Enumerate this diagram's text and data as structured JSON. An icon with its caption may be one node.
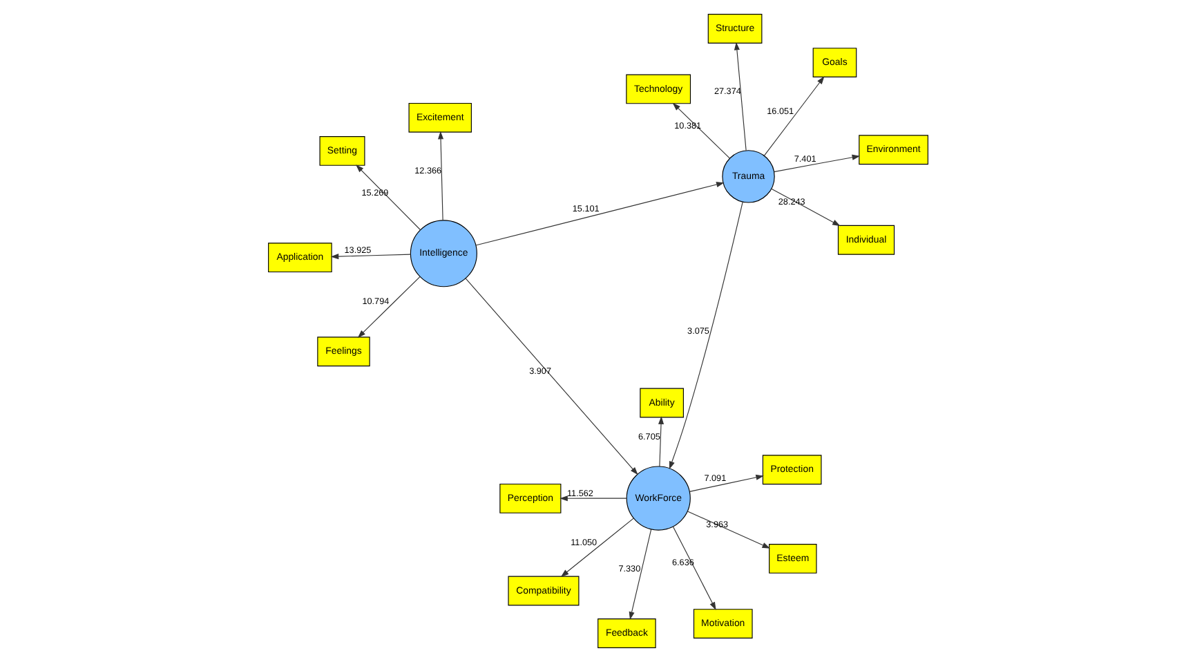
{
  "diagram": {
    "nodes": [
      {
        "text": [
          "Application"
        ]
      },
      {
        "text": [
          "Excitement"
        ]
      },
      {
        "text": [
          "Feelings"
        ]
      },
      {
        "text": [
          "Setting"
        ]
      },
      {
        "text": [
          "Intelligence"
        ]
      },
      {
        "text": [
          "Ability"
        ]
      },
      {
        "text": [
          "Compatibility"
        ]
      },
      {
        "text": [
          "Esteem"
        ]
      },
      {
        "text": [
          "Feedback"
        ]
      },
      {
        "text": [
          "WorkForce"
        ]
      },
      {
        "text": [
          "Motivation"
        ]
      },
      {
        "text": [
          "Perception"
        ]
      },
      {
        "text": [
          "Protection"
        ]
      },
      {
        "text": [
          "Environment"
        ]
      },
      {
        "text": [
          "Goals"
        ]
      },
      {
        "text": [
          "Individual"
        ]
      },
      {
        "text": [
          "Trauma"
        ]
      },
      {
        "text": [
          "Structure"
        ]
      },
      {
        "text": [
          "Technology"
        ]
      }
    ],
    "edges": [
      {
        "from": 4,
        "to": 0,
        "arrow": "to",
        "label": "13.925"
      },
      {
        "from": 4,
        "to": 1,
        "arrow": "to",
        "label": "12.366"
      },
      {
        "from": 4,
        "to": 2,
        "arrow": "to",
        "label": "10.794"
      },
      {
        "from": 4,
        "to": 3,
        "arrow": "to",
        "label": "15.269"
      },
      {
        "from": 4,
        "to": 9,
        "arrow": "to",
        "label": "3.907"
      },
      {
        "from": 4,
        "to": 16,
        "arrow": "to",
        "label": "15.101"
      },
      {
        "from": 16,
        "to": 9,
        "arrow": "to",
        "label": "3.075"
      },
      {
        "from": 9,
        "to": 5,
        "arrow": "to",
        "label": "6.705"
      },
      {
        "from": 9,
        "to": 6,
        "arrow": "to",
        "label": "11.050"
      },
      {
        "from": 9,
        "to": 7,
        "arrow": "to",
        "label": "3.963"
      },
      {
        "from": 9,
        "to": 8,
        "arrow": "to",
        "label": "7.330"
      },
      {
        "from": 9,
        "to": 10,
        "arrow": "to",
        "label": "6.636"
      },
      {
        "from": 9,
        "to": 11,
        "arrow": "to",
        "label": "11.562"
      },
      {
        "from": 9,
        "to": 12,
        "arrow": "to",
        "label": "7.091"
      },
      {
        "from": 16,
        "to": 13,
        "arrow": "to",
        "label": "7.401"
      },
      {
        "from": 16,
        "to": 14,
        "arrow": "to",
        "label": "16.051"
      },
      {
        "from": 16,
        "to": 15,
        "arrow": "to",
        "label": "28.243"
      },
      {
        "from": 16,
        "to": 17,
        "arrow": "to",
        "label": "27.374"
      },
      {
        "from": 16,
        "to": 18,
        "arrow": "to",
        "label": "10.381"
      }
    ]
  }
}
